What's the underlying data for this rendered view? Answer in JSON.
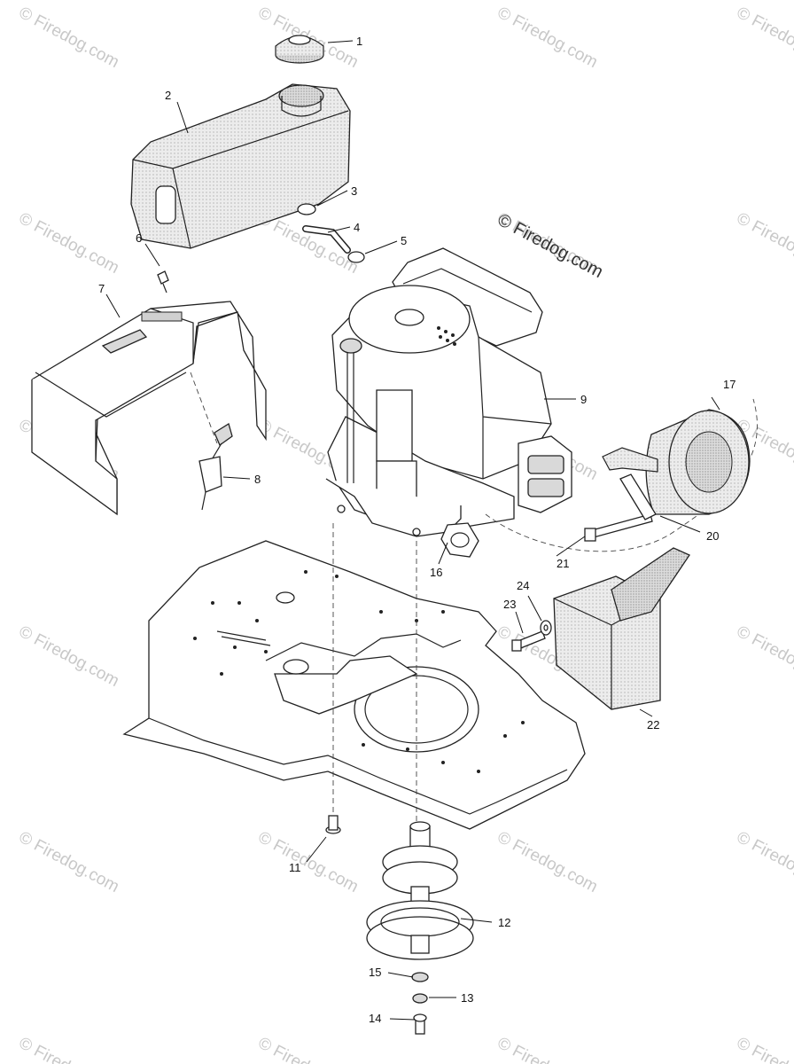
{
  "watermark": {
    "main_text": "© Firedog.com",
    "tile_text": "© Firedog.com"
  },
  "callouts": [
    {
      "id": "1",
      "label": "1"
    },
    {
      "id": "2",
      "label": "2"
    },
    {
      "id": "3",
      "label": "3"
    },
    {
      "id": "4",
      "label": "4"
    },
    {
      "id": "5",
      "label": "5"
    },
    {
      "id": "6",
      "label": "6"
    },
    {
      "id": "7",
      "label": "7"
    },
    {
      "id": "8",
      "label": "8"
    },
    {
      "id": "9",
      "label": "9"
    },
    {
      "id": "11",
      "label": "11"
    },
    {
      "id": "12",
      "label": "12"
    },
    {
      "id": "13",
      "label": "13"
    },
    {
      "id": "14",
      "label": "14"
    },
    {
      "id": "15",
      "label": "15"
    },
    {
      "id": "16",
      "label": "16"
    },
    {
      "id": "17",
      "label": "17"
    },
    {
      "id": "20",
      "label": "20"
    },
    {
      "id": "21",
      "label": "21"
    },
    {
      "id": "22",
      "label": "22"
    },
    {
      "id": "23",
      "label": "23"
    },
    {
      "id": "24",
      "label": "24"
    }
  ],
  "colors": {
    "ink": "#222222",
    "fill_light": "#f2f2f2",
    "fill_dark": "#d9d9d9",
    "watermark": "#c8c8c8"
  }
}
